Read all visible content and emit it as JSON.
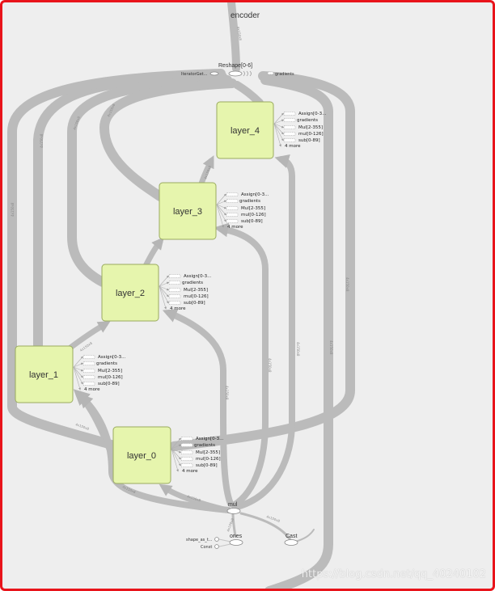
{
  "title": "encoder",
  "reshape": {
    "label": "Reshape[0-6]",
    "input_label": "IteratorGet...",
    "output_label": "gradients"
  },
  "layers": [
    {
      "label": "layer_4"
    },
    {
      "label": "layer_3"
    },
    {
      "label": "layer_2"
    },
    {
      "label": "layer_1"
    },
    {
      "label": "layer_0"
    }
  ],
  "side_outputs": [
    "Assign[0-3...",
    "gradients",
    "Mul[2-355]",
    "mul[0-126]",
    "sub[0-89]",
    "4 more"
  ],
  "nodes": {
    "mul": "mul",
    "ones": "ones",
    "cast": "Cast",
    "shape": "shape_as_t...",
    "const": "Const"
  },
  "watermark": "https://blog.csdn.net/qq_40240102",
  "colors": {
    "frame_border": "#e8141b",
    "background": "#eeeeee",
    "layer_fill": "#e6f5ad",
    "edge": "#bbbbbb"
  }
}
